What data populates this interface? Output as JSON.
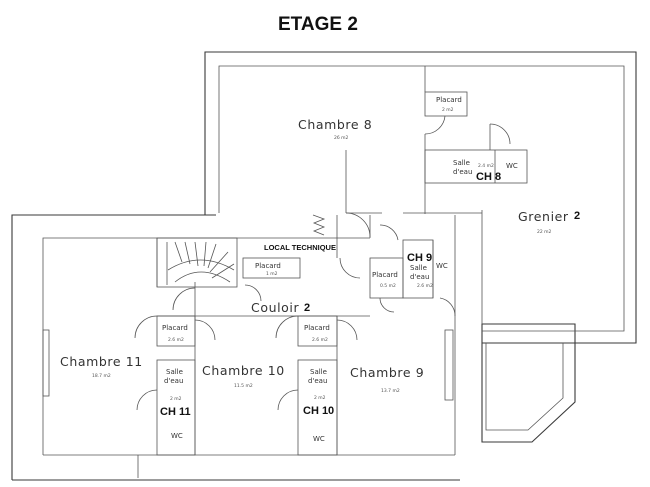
{
  "title": "ETAGE 2",
  "rooms": {
    "chambre8": {
      "name": "Chambre 8",
      "area": "26 m2"
    },
    "grenier": {
      "name": "Grenier",
      "suffix": "2",
      "area": "22 m2"
    },
    "local_technique": {
      "name": "LOCAL TECHNIQUE"
    },
    "couloir": {
      "name": "Couloir",
      "suffix": "2"
    },
    "chambre11": {
      "name": "Chambre 11",
      "area": "18.7 m2"
    },
    "chambre10": {
      "name": "Chambre 10",
      "area": "11.5 m2"
    },
    "chambre9": {
      "name": "Chambre 9",
      "area": "13.7 m2"
    }
  },
  "fixtures": {
    "ch8_placard": {
      "label": "Placard",
      "area": "2 m2"
    },
    "ch8_salle": {
      "label1": "Salle",
      "label2": "d'eau",
      "area": "2.4 m2",
      "wc": "WC",
      "tag": "CH 8"
    },
    "couloir_placard": {
      "label": "Placard",
      "area": "1 m2"
    },
    "ch9_placard": {
      "label": "Placard",
      "area": "0.5 m2"
    },
    "ch9_salle": {
      "label1": "Salle",
      "label2": "d'eau",
      "area": "2.6 m2",
      "wc": "WC",
      "tag": "CH 9"
    },
    "ch11_placard": {
      "label": "Placard",
      "area": "2.6 m2"
    },
    "ch11_salle": {
      "label1": "Salle",
      "label2": "d'eau",
      "area": "2 m2",
      "wc": "WC",
      "tag": "CH 11"
    },
    "ch10_placard": {
      "label": "Placard",
      "area": "2.6 m2"
    },
    "ch10_salle": {
      "label1": "Salle",
      "label2": "d'eau",
      "area": "2 m2",
      "wc": "WC",
      "tag": "CH 10"
    }
  }
}
